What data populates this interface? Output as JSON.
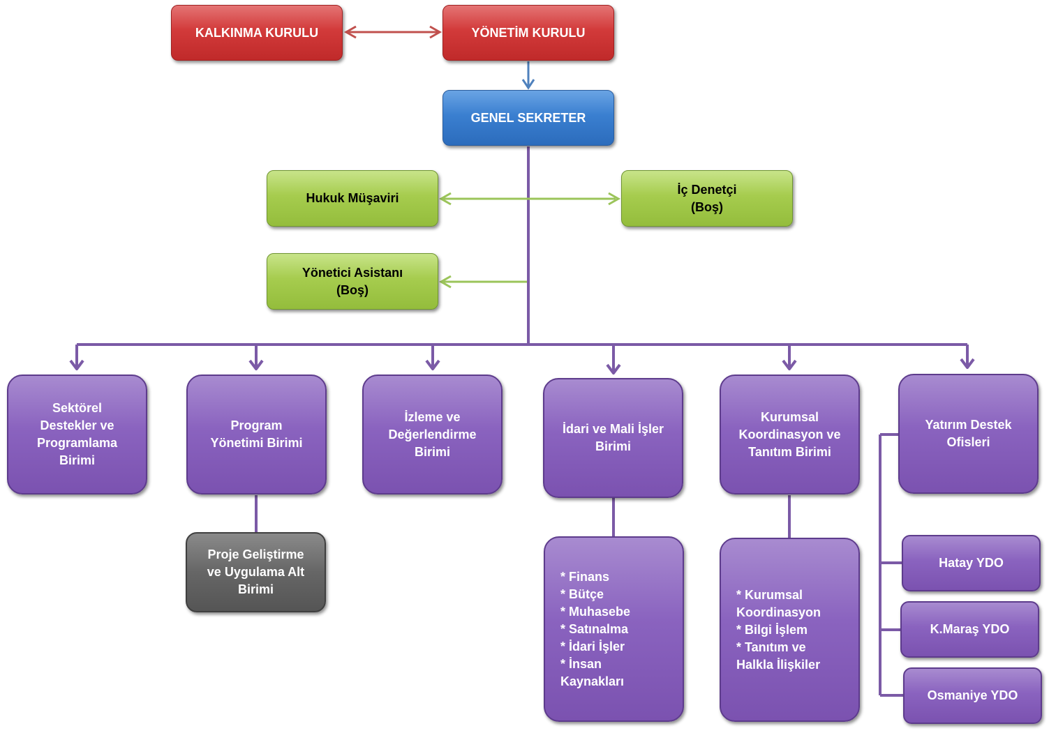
{
  "kalkinma_kurulu": "KALKINMA KURULU",
  "yonetim_kurulu": "YÖNETİM KURULU",
  "genel_sekreter": "GENEL SEKRETER",
  "hukuk_musaviri": "Hukuk Müşaviri",
  "ic_denetci": "İç Denetçi\n(Boş)",
  "yonetici_asistani": "Yönetici Asistanı\n(Boş)",
  "units": {
    "sektorel": "Sektörel\nDestekler ve\nProgramlama\nBirimi",
    "program": "Program\nYönetimi Birimi",
    "izleme": "İzleme ve\nDeğerlendirme\nBirimi",
    "idari": "İdari ve Mali İşler\nBirimi",
    "kurumsal": "Kurumsal\nKoordinasyon ve\nTanıtım Birimi",
    "yatirim": "Yatırım Destek\nOfisleri"
  },
  "sub_units": {
    "proje": "Proje Geliştirme\nve Uygulama Alt\nBirimi",
    "idari_list": "* Finans\n* Bütçe\n* Muhasebe\n* Satınalma\n* İdari İşler\n* İnsan\nKaynakları",
    "kurumsal_list": "* Kurumsal\nKoordinasyon\n* Bilgi İşlem\n* Tanıtım ve\nHalkla İlişkiler"
  },
  "ydo": {
    "hatay": "Hatay YDO",
    "kmaras": "K.Maraş YDO",
    "osmaniye": "Osmaniye YDO"
  },
  "colors": {
    "board": "#c83232",
    "secretary": "#3a7fd0",
    "advisor": "#a6cc4e",
    "unit": "#8a63bf",
    "subunit_gray": "#666666",
    "connector_purple": "#7b5aa6",
    "connector_green": "#9bc45a",
    "connector_red": "#c0504d",
    "connector_blue": "#4f81bd"
  }
}
